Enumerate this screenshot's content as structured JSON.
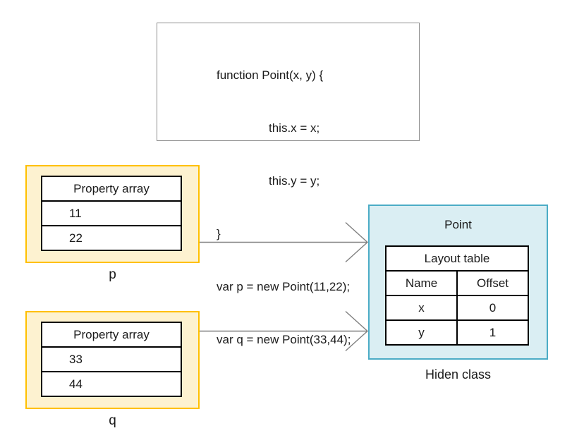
{
  "code_box": {
    "lines": [
      "function Point(x, y) {",
      "this.x = x;",
      "this.y = y;",
      "}",
      "var p = new Point(11,22);",
      "var q = new Point(33,44);"
    ]
  },
  "object_p": {
    "label": "p",
    "table_header": "Property array",
    "values": [
      "11",
      "22"
    ]
  },
  "object_q": {
    "label": "q",
    "table_header": "Property array",
    "values": [
      "33",
      "44"
    ]
  },
  "hidden_class": {
    "title": "Point",
    "label": "Hiden class",
    "table_header": "Layout table",
    "columns": [
      "Name",
      "Offset"
    ],
    "rows": [
      [
        "x",
        "0"
      ],
      [
        "y",
        "1"
      ]
    ]
  },
  "colors": {
    "object_border": "#ffc000",
    "object_fill": "#fdf2d0",
    "class_border": "#4bacc6",
    "class_fill": "#daeef3",
    "arrow": "#808080",
    "code_border": "#8c8c8c",
    "table_border": "#000000"
  }
}
